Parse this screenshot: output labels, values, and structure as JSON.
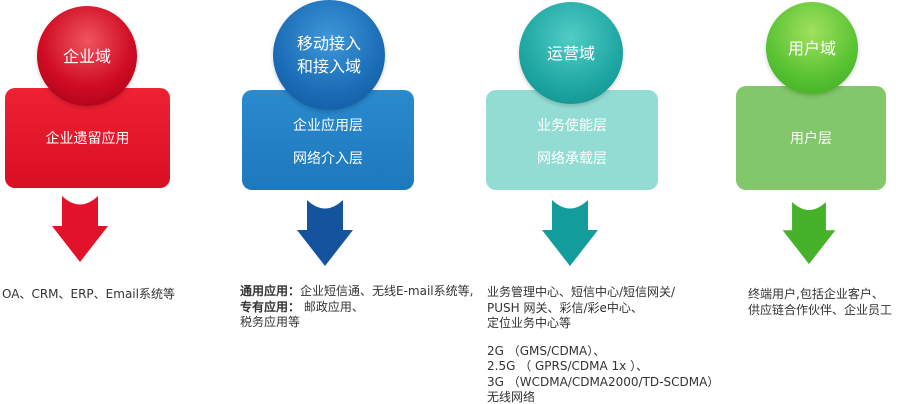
{
  "columns": [
    {
      "id": "enterprise-domain",
      "circle_label": "企业域",
      "box_line1": "企业遗留应用",
      "desc_line1": "OA、CRM、ERP、Email系统等",
      "colors": {
        "circle": "#d00c24",
        "box": "#e6192b",
        "arrow": "#e2122a"
      }
    },
    {
      "id": "mobile-access-domain",
      "circle_label_line1": "移动接入",
      "circle_label_line2": "和接入域",
      "box_line1": "企业应用层",
      "box_line2": "网络介入层",
      "desc_label1": "通用应用：",
      "desc_text1": "企业短信通、无线E-mail系统等,",
      "desc_label2": "专有应用：",
      "desc_text2": " 邮政应用、",
      "desc_text3": "税务应用等",
      "colors": {
        "circle": "#1a6cb6",
        "box": "#2080c6",
        "arrow": "#14549e"
      }
    },
    {
      "id": "operation-domain",
      "circle_label": "运营域",
      "box_line1": "业务使能层",
      "box_line2": "网络承载层",
      "desc_para1_line1": "业务管理中心、短信中心/短信网关/",
      "desc_para1_line2": "PUSH 网关、彩信/彩e中心、",
      "desc_para1_line3": "定位业务中心等",
      "desc_para2_line1": "2G （GMS/CDMA）、",
      "desc_para2_line2": "2.5G （ GPRS/CDMA 1x ）、",
      "desc_para2_line3": "3G （WCDMA/CDMA2000/TD-SCDMA）",
      "desc_para2_line4": "无线网络",
      "colors": {
        "circle": "#1ea6a2",
        "box": "#93dcd4",
        "arrow": "#129c9c"
      }
    },
    {
      "id": "user-domain",
      "circle_label": "用户域",
      "box_line1": "用户层",
      "desc_line1": "终端用户,包括企业客户、",
      "desc_line2": "供应链合作伙伴、企业员工",
      "colors": {
        "circle": "#57c232",
        "box": "#82c76a",
        "arrow": "#46b229"
      }
    }
  ]
}
